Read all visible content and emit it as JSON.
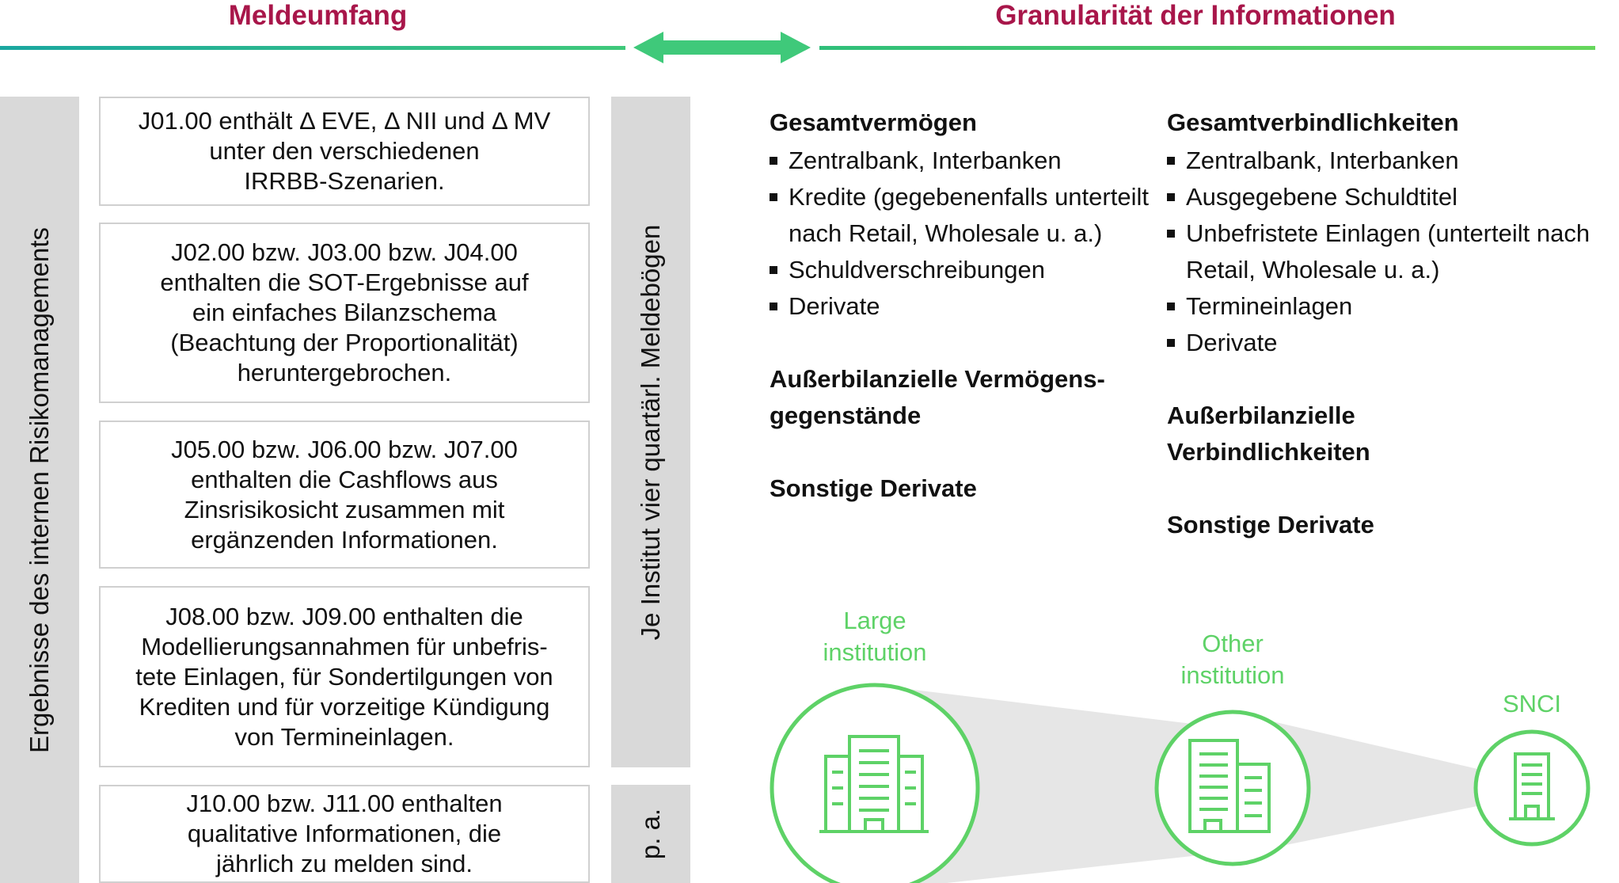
{
  "header": {
    "left_title": "Meldeumfang",
    "right_title": "Granularität der Informationen"
  },
  "side_labels": {
    "left": "Ergebnisse des internen Risikomanagements",
    "quarterly": "Je Institut vier quartärl. Meldebögen",
    "annual": "p. a."
  },
  "boxes": [
    "J01.00 enthält Δ EVE, Δ NII und Δ MV\nunter den verschiedenen\nIRRBB-Szenarien.",
    "J02.00 bzw. J03.00 bzw. J04.00\nenthalten die SOT-Ergebnisse auf\nein einfaches Bilanzschema\n(Beachtung der Proportionalität)\nheruntergebrochen.",
    "J05.00 bzw. J06.00 bzw. J07.00\nenthalten die Cashflows aus\nZinsrisikosicht zusammen mit\nergänzenden Informationen.",
    "J08.00 bzw. J09.00 enthalten die\nModellierungsannahmen für unbefris-\ntete Einlagen, für Sondertilgungen von\nKrediten und für vorzeitige Kündigung\nvon Termineinlagen.",
    "J10.00 bzw. J11.00 enthalten\nqualitative Informationen, die\njährlich zu melden sind."
  ],
  "assets": {
    "title": "Gesamtvermögen",
    "items": [
      "Zentralbank, Interbanken",
      "Kredite (gegebenenfalls unterteilt nach Retail, Wholesale u. a.)",
      "Schuldverschreibungen",
      "Derivate"
    ],
    "offbalance_line1": "Außerbilanzielle Vermögens-",
    "offbalance_line2": "gegenstände",
    "other": "Sonstige Derivate"
  },
  "liabilities": {
    "title": "Gesamtverbindlichkeiten",
    "items": [
      "Zentralbank, Interbanken",
      "Ausgegebene Schuldtitel",
      "Unbefristete Einlagen (unterteilt nach Retail, Wholesale u. a.)",
      "Termineinlagen",
      "Derivate"
    ],
    "offbalance_line1": "Außerbilanzielle",
    "offbalance_line2": "Verbindlichkeiten",
    "other": "Sonstige Derivate"
  },
  "institutions": {
    "large": "Large\ninstitution",
    "other": "Other\ninstitution",
    "snci": "SNCI"
  },
  "colors": {
    "header": "#a8164a",
    "green": "#5ed267",
    "teal": "#1aa7a0",
    "gray": "#d9d9d9"
  },
  "icons": [
    "building-cluster-icon",
    "building-pair-icon",
    "building-small-icon"
  ]
}
